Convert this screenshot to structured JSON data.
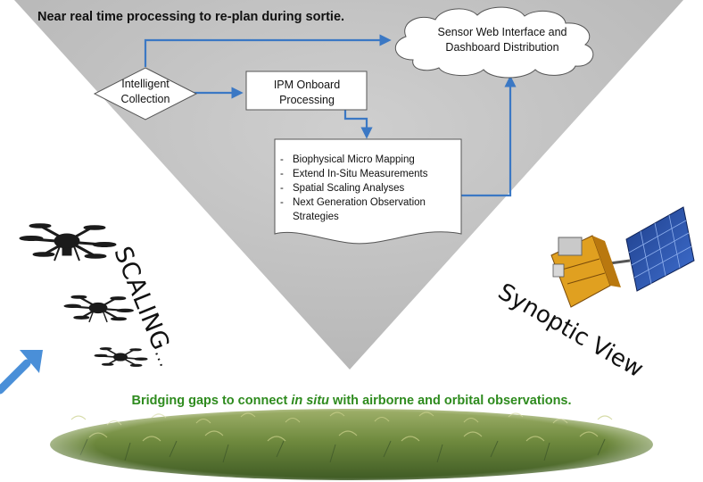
{
  "diagram": {
    "title": "Near real time processing to re-plan during sortie.",
    "decision_node": {
      "line1": "Intelligent",
      "line2": "Collection"
    },
    "process_node": {
      "line1": "IPM Onboard",
      "line2": "Processing"
    },
    "cloud_node": {
      "line1": "Sensor Web Interface and",
      "line2": "Dashboard Distribution"
    },
    "document_node": {
      "items": [
        "Biophysical Micro Mapping",
        "Extend In-Situ Measurements",
        "Spatial Scaling Analyses",
        "Next Generation Observation Strategies"
      ]
    },
    "scaling_text": "SCALING",
    "scaling_ellipsis": "...",
    "synoptic_text": "Synoptic View",
    "caption": {
      "before": "Bridging gaps to connect ",
      "italic": "in situ",
      "after": " with airborne and orbital observations."
    }
  },
  "colors": {
    "triangle": "#c4c4c4",
    "arrow": "#3b78c4",
    "caption": "#2e8b1e",
    "field_green": "#6f8a3e",
    "sky_blue": "#4a8fd8"
  },
  "icons": [
    "drone-icon",
    "satellite-icon",
    "wheat-field-image"
  ]
}
